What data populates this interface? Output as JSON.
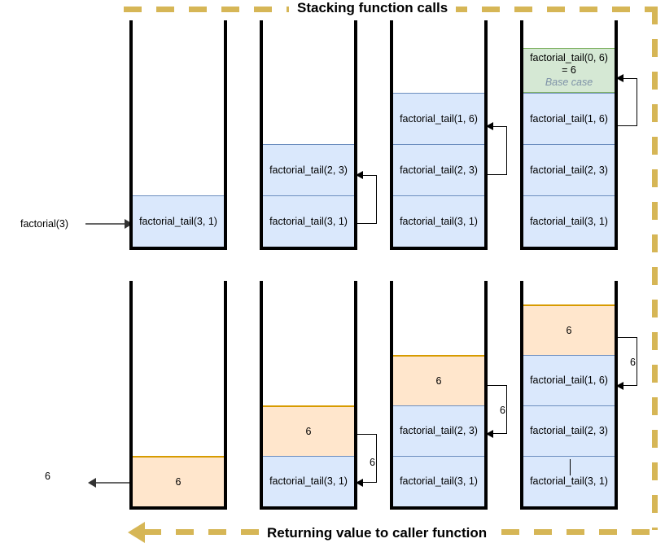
{
  "banners": {
    "top": "Stacking function calls",
    "bottom": "Returning value to caller function"
  },
  "colors": {
    "dashed_path": "#d6b656",
    "call_frame_fill": "#dae8fc",
    "call_frame_border": "#6c8ebf",
    "base_case_fill": "#d5e8d4",
    "base_case_border": "#82b366",
    "return_value_fill": "#ffe6cc",
    "return_value_border": "#d79b00",
    "stack_outline": "#000000"
  },
  "entry": {
    "label": "factorial(3)"
  },
  "exit": {
    "label": "6"
  },
  "top_row": {
    "stacks": [
      {
        "name": "stack-1",
        "cells": [
          {
            "kind": "call",
            "label": "factorial_tail(3, 1)"
          }
        ]
      },
      {
        "name": "stack-2",
        "cells": [
          {
            "kind": "call",
            "label": "factorial_tail(2, 3)"
          },
          {
            "kind": "call",
            "label": "factorial_tail(3, 1)"
          }
        ]
      },
      {
        "name": "stack-3",
        "cells": [
          {
            "kind": "call",
            "label": "factorial_tail(1, 6)"
          },
          {
            "kind": "call",
            "label": "factorial_tail(2, 3)"
          },
          {
            "kind": "call",
            "label": "factorial_tail(3, 1)"
          }
        ]
      },
      {
        "name": "stack-4",
        "cells": [
          {
            "kind": "base",
            "label": "factorial_tail(0, 6)",
            "label2": "= 6",
            "note": "Base case"
          },
          {
            "kind": "call",
            "label": "factorial_tail(1, 6)"
          },
          {
            "kind": "call",
            "label": "factorial_tail(2, 3)"
          },
          {
            "kind": "call",
            "label": "factorial_tail(3, 1)"
          }
        ]
      }
    ]
  },
  "bottom_row": {
    "stacks": [
      {
        "name": "stack-1",
        "cells": [
          {
            "kind": "value",
            "label": "6"
          }
        ]
      },
      {
        "name": "stack-2",
        "cells": [
          {
            "kind": "value",
            "label": "6"
          },
          {
            "kind": "call",
            "label": "factorial_tail(3, 1)"
          }
        ]
      },
      {
        "name": "stack-3",
        "cells": [
          {
            "kind": "value",
            "label": "6"
          },
          {
            "kind": "call",
            "label": "factorial_tail(2, 3)"
          },
          {
            "kind": "call",
            "label": "factorial_tail(3, 1)"
          }
        ]
      },
      {
        "name": "stack-4",
        "cells": [
          {
            "kind": "value",
            "label": "6"
          },
          {
            "kind": "call",
            "label": "factorial_tail(1, 6)"
          },
          {
            "kind": "call",
            "label": "factorial_tail(2, 3)"
          },
          {
            "kind": "call",
            "label": "factorial_tail(3, 1)"
          }
        ]
      }
    ],
    "return_labels": [
      "6",
      "6",
      "6"
    ]
  }
}
